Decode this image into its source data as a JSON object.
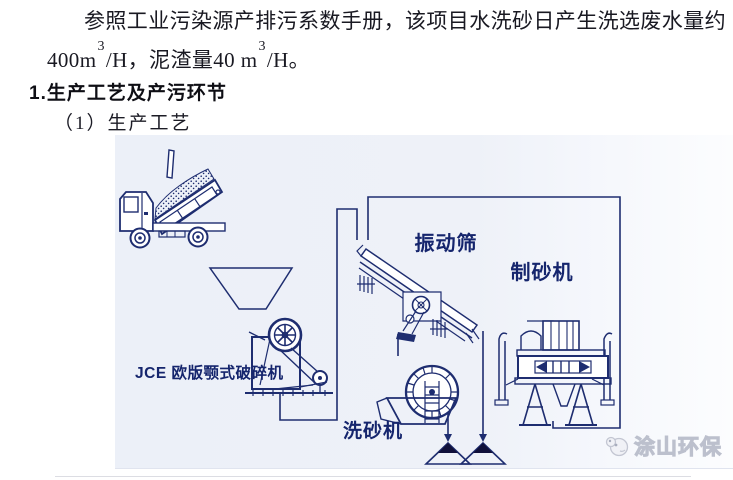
{
  "document": {
    "paragraph": {
      "line1": "参照工业污染源产排污系数手册，该项目水洗砂日产生洗选废水量约",
      "line2": {
        "t1": "400m",
        "sup1": "3",
        "t2": "/H，泥渣量40 m",
        "sup2": "3",
        "t3": "/H。"
      }
    },
    "heading": "1.生产工艺及产污环节",
    "subheading": "（1）生产工艺"
  },
  "diagram": {
    "labels": {
      "vibrating_screen": "振动筛",
      "sand_maker": "制砂机",
      "jaw_crusher": "JCE 欧版颚式破碎机",
      "sand_washer": "洗砂机"
    },
    "watermark": "涂山环保",
    "colors": {
      "line": "#1e2d70",
      "label": "#15256d",
      "panel_background_left": "#ecf0f8",
      "panel_background_right": "#fcfdfe",
      "watermark_text": "#eceef4",
      "pile_cap": "#10103a"
    }
  }
}
